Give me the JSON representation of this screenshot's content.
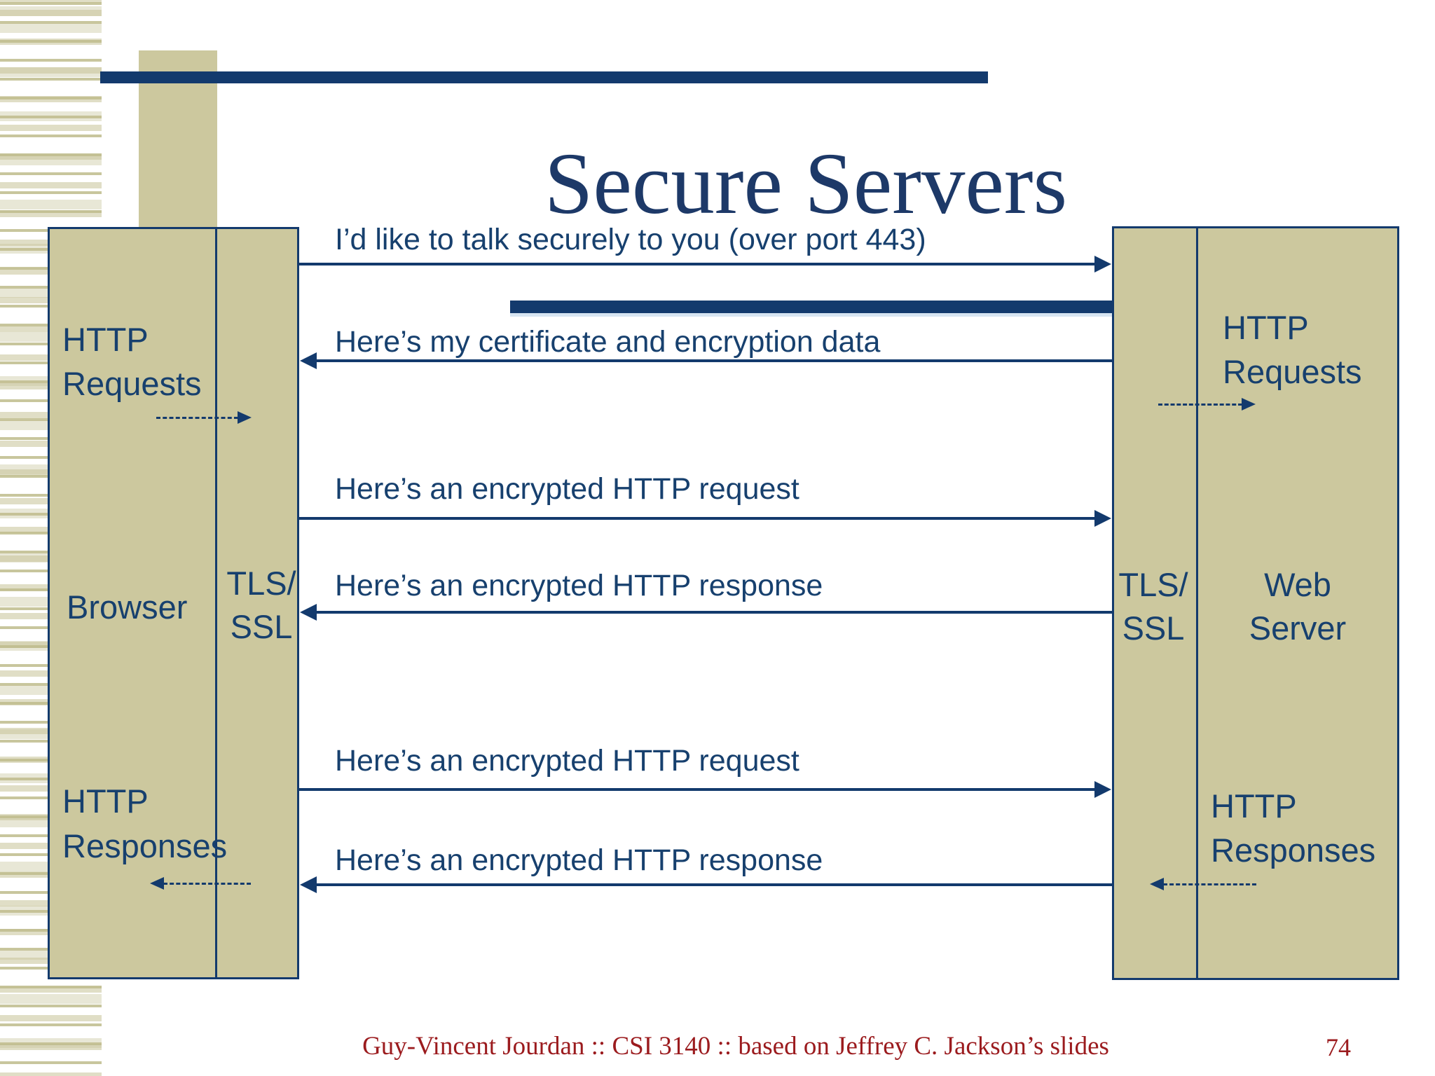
{
  "slide": {
    "title": "Secure Servers",
    "footer_credit": "Guy-Vincent Jourdan :: CSI 3140 :: based on Jeffrey C. Jackson’s slides",
    "page_number": "74"
  },
  "colors": {
    "navy": "#133a6d",
    "text_navy": "#17406e",
    "box_fill": "#ccc89e",
    "footer_red": "#9b1b1e",
    "bar_highlight": "#d7e5f2"
  },
  "browser_box": {
    "top_label": "HTTP Requests",
    "name": "Browser",
    "layer_label": "TLS/ SSL",
    "bottom_label": "HTTP Responses"
  },
  "server_box": {
    "top_label": "HTTP Requests",
    "layer_label": "TLS/ SSL",
    "name": "Web Server",
    "bottom_label": "HTTP Responses"
  },
  "messages": [
    {
      "text": "I’d like to talk securely to you (over port 443)",
      "direction": "right"
    },
    {
      "text": "Here’s my certificate and encryption data",
      "direction": "left"
    },
    {
      "text": "Here’s an encrypted HTTP request",
      "direction": "right"
    },
    {
      "text": "Here’s an encrypted HTTP response",
      "direction": "left"
    },
    {
      "text": "Here’s an encrypted HTTP request",
      "direction": "right"
    },
    {
      "text": "Here’s an encrypted HTTP response",
      "direction": "left"
    }
  ]
}
